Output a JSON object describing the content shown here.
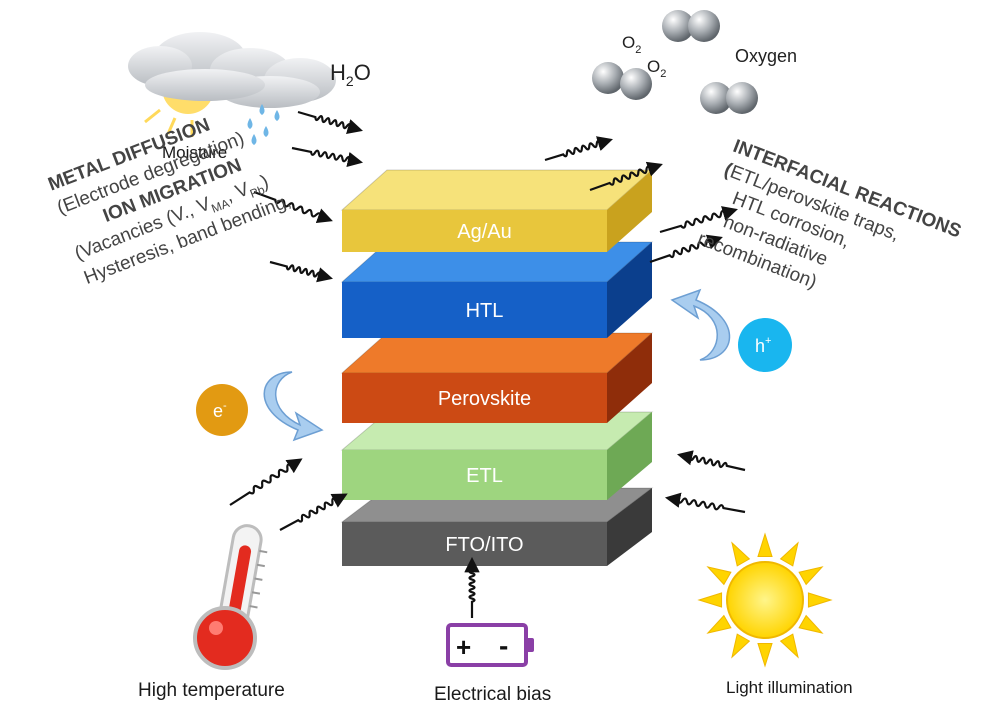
{
  "layers": [
    {
      "label": "Ag/Au",
      "top": "#f6e27a",
      "front": "#e8c63c",
      "side": "#c9a21e",
      "text": "#ffffff"
    },
    {
      "label": "HTL",
      "top": "#3d8fe8",
      "front": "#1560c7",
      "side": "#0b3f8d",
      "text": "#ffffff"
    },
    {
      "label": "Perovskite",
      "top": "#ee7a2a",
      "front": "#cc4a14",
      "side": "#8f2d0a",
      "text": "#ffffff"
    },
    {
      "label": "ETL",
      "top": "#c6ebb0",
      "front": "#9ed57f",
      "side": "#6ea955",
      "text": "#ffffff"
    },
    {
      "label": "FTO/ITO",
      "top": "#8f8f8f",
      "front": "#5b5b5b",
      "side": "#3a3a3a",
      "text": "#ffffff"
    }
  ],
  "stressors": {
    "moisture": {
      "formula_main": "H",
      "formula_sub": "2",
      "formula_end": "O",
      "label": "Moisture"
    },
    "oxygen": {
      "molecule_main": "O",
      "molecule_sub": "2",
      "label": "Oxygen"
    },
    "temperature": {
      "label": "High temperature"
    },
    "bias": {
      "label": "Electrical bias",
      "plus": "+",
      "minus": "-"
    },
    "light": {
      "label": "Light illumination"
    }
  },
  "carriers": {
    "electron": {
      "main": "e",
      "sup": "-",
      "color": "#e29a12"
    },
    "hole": {
      "main": "h",
      "sup": "+",
      "color": "#19b6ef"
    }
  },
  "left_text": {
    "line1": "METAL DIFFUSION",
    "line2": "(Electrode degregation)",
    "line3": "ION MIGRATION",
    "line4_a": "(Vacancies (V",
    "line4_b": "., V",
    "line4_sub1": "MA",
    "line4_c": ", V",
    "line4_sub2": "Pb",
    "line4_d": ")",
    "line5": "Hysteresis, band bending,"
  },
  "right_text": {
    "line1": "INTERFACIAL REACTIONS",
    "line2_a": "(",
    "line2_b": "ETL/perovskite traps,",
    "line3": "HTL corrosion,",
    "line4": "non-radiative",
    "line5": "recombination)"
  },
  "colors": {
    "arrow_blue": "#a9cdef",
    "thermo_red": "#e32b1f",
    "sun_yellow": "#ffd400",
    "battery_purple": "#8a3fa6",
    "cloud_grey": "#d3d6da",
    "molecule_grey": "#9ea3a8"
  }
}
